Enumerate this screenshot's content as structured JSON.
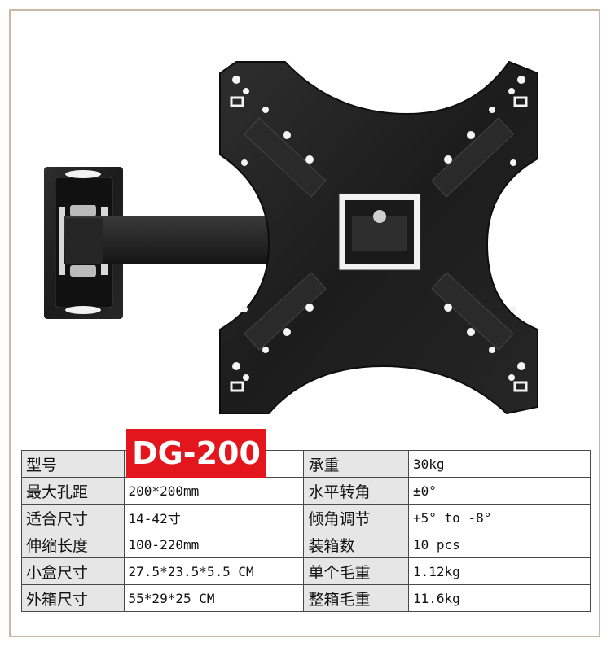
{
  "model": "DG-200",
  "specs": {
    "rows": [
      {
        "l1": "型号",
        "v1": "",
        "l2": "承重",
        "v2": "30kg"
      },
      {
        "l1": "最大孔距",
        "v1": "200*200mm",
        "l2": "水平转角",
        "v2": "±0°"
      },
      {
        "l1": "适合尺寸",
        "v1": "14-42寸",
        "l2": "倾角调节",
        "v2": " +5° to -8°"
      },
      {
        "l1": "伸缩长度",
        "v1": "100-220mm",
        "l2": "装箱数",
        "v2": "10 pcs"
      },
      {
        "l1": "小盒尺寸",
        "v1": "27.5*23.5*5.5 CM",
        "l2": "单个毛重",
        "v2": "1.12kg"
      },
      {
        "l1": "外箱尺寸",
        "v1": "55*29*25 CM",
        "l2": "整箱毛重",
        "v2": "11.6kg"
      }
    ]
  },
  "colors": {
    "badge": "#e3161d",
    "label_bg": "#e6e6e6",
    "frame": "#c9b7a6",
    "bracket": "#1f1f1f"
  }
}
